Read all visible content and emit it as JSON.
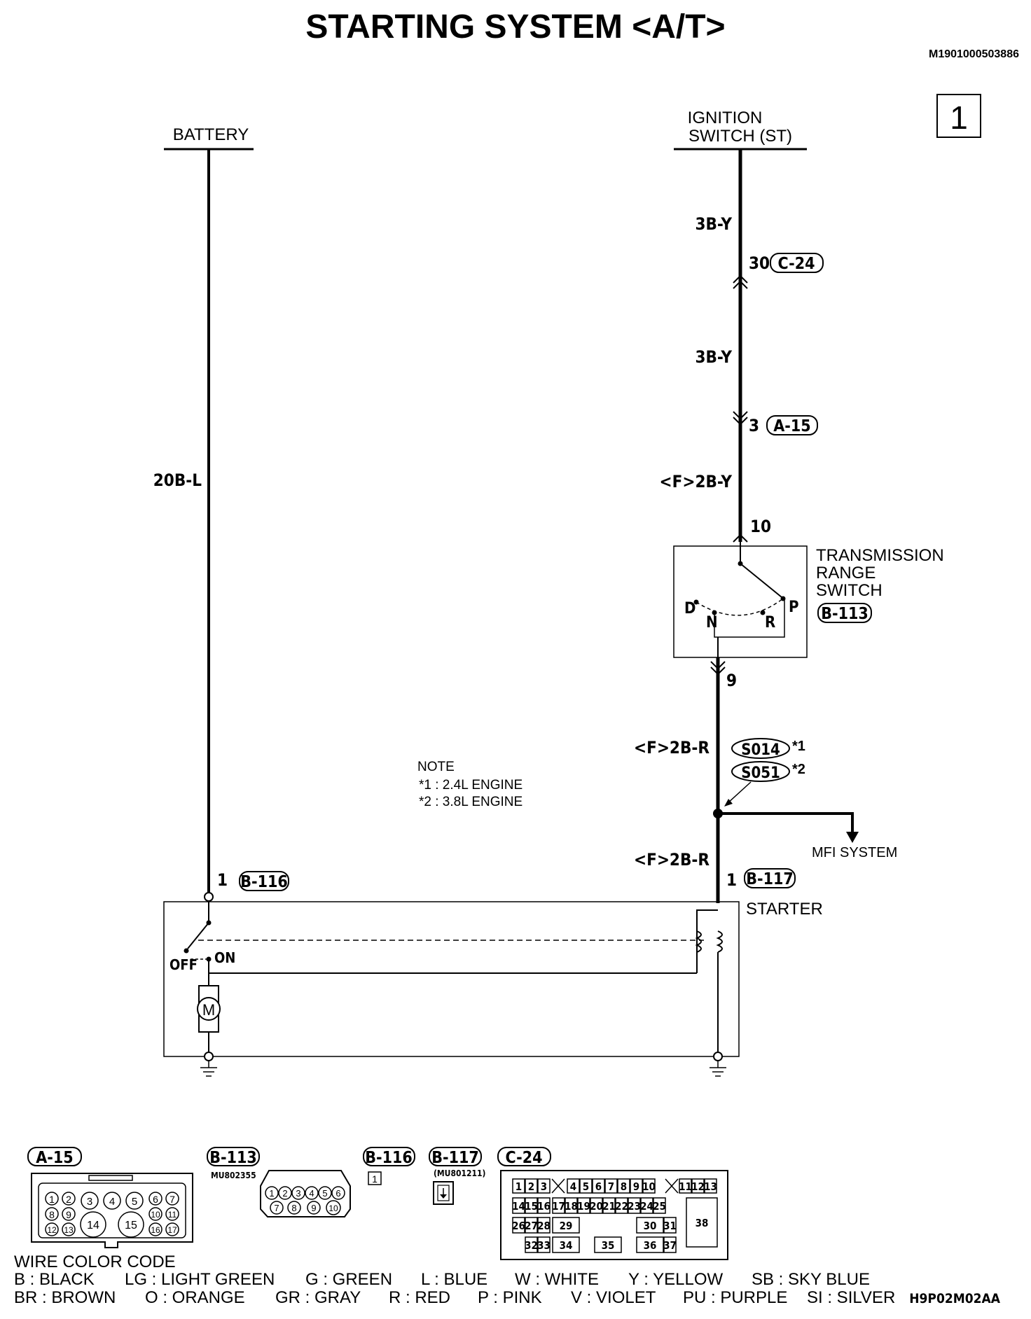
{
  "title": "STARTING SYSTEM <A/T>",
  "doc_id": "M1901000503886",
  "page_number": "1",
  "sources": {
    "battery": "BATTERY",
    "ignition_line1": "IGNITION",
    "ignition_line2": "SWITCH (ST)"
  },
  "wires": {
    "battery_wire": "20B-L",
    "ign_wire_1": "3B-Y",
    "ign_wire_2": "3B-Y",
    "ign_wire_3": "<F>2B-Y",
    "trs_out_wire": "<F>2B-R",
    "starter_wire": "<F>2B-R"
  },
  "connectors": {
    "c24": {
      "pin": "30",
      "name": "C-24"
    },
    "a15": {
      "pin": "3",
      "name": "A-15"
    },
    "trs_in_pin": "10",
    "trs_out_pin": "9",
    "b116": {
      "pin": "1",
      "name": "B-116"
    },
    "b117": {
      "pin": "1",
      "name": "B-117"
    }
  },
  "trs": {
    "line1": "TRANSMISSION",
    "line2": "RANGE",
    "line3": "SWITCH",
    "id": "B-113",
    "pos_d": "D",
    "pos_n": "N",
    "pos_r": "R",
    "pos_p": "P"
  },
  "splices": {
    "s1": "S014",
    "s1_mark": "*1",
    "s2": "S051",
    "s2_mark": "*2"
  },
  "mfi_label": "MFI SYSTEM",
  "starter": {
    "label": "STARTER",
    "off": "OFF",
    "on": "ON",
    "motor": "M"
  },
  "note": {
    "title": "NOTE",
    "line1": "*1 : 2.4L ENGINE",
    "line2": "*2 : 3.8L ENGINE"
  },
  "connector_views": {
    "a15": {
      "name": "A-15",
      "pins_small": [
        "1",
        "2",
        "3",
        "4",
        "5",
        "6",
        "7",
        "8",
        "9",
        "10",
        "11",
        "12",
        "13",
        "16",
        "17"
      ],
      "pins_big": [
        "14",
        "15"
      ]
    },
    "b113": {
      "name": "B-113",
      "part": "MU802355",
      "pins": [
        "1",
        "2",
        "3",
        "4",
        "5",
        "6",
        "7",
        "8",
        "9",
        "10"
      ]
    },
    "b116": {
      "name": "B-116",
      "pins": [
        "1"
      ]
    },
    "b117": {
      "name": "B-117",
      "part": "(MU801211)"
    },
    "c24": {
      "name": "C-24",
      "row1": [
        "1",
        "2",
        "3",
        "4",
        "5",
        "6",
        "7",
        "8",
        "9",
        "10",
        "11",
        "12",
        "13"
      ],
      "row2": [
        "14",
        "15",
        "16",
        "17",
        "18",
        "19",
        "20",
        "21",
        "22",
        "23",
        "24",
        "25"
      ],
      "row3": [
        "26",
        "27",
        "28",
        "29",
        "30",
        "31",
        "38"
      ],
      "row4": [
        "32",
        "33",
        "34",
        "35",
        "36",
        "37"
      ]
    }
  },
  "wire_color_code": {
    "title": "WIRE COLOR CODE",
    "line1": [
      "B : BLACK",
      "LG : LIGHT GREEN",
      "G : GREEN",
      "L : BLUE",
      "W : WHITE",
      "Y : YELLOW",
      "SB : SKY BLUE"
    ],
    "line2": [
      "BR : BROWN",
      "O : ORANGE",
      "GR : GRAY",
      "R : RED",
      "P : PINK",
      "V : VIOLET",
      "PU : PURPLE",
      "SI : SILVER"
    ]
  },
  "figure_code": "H9P02M02AA"
}
